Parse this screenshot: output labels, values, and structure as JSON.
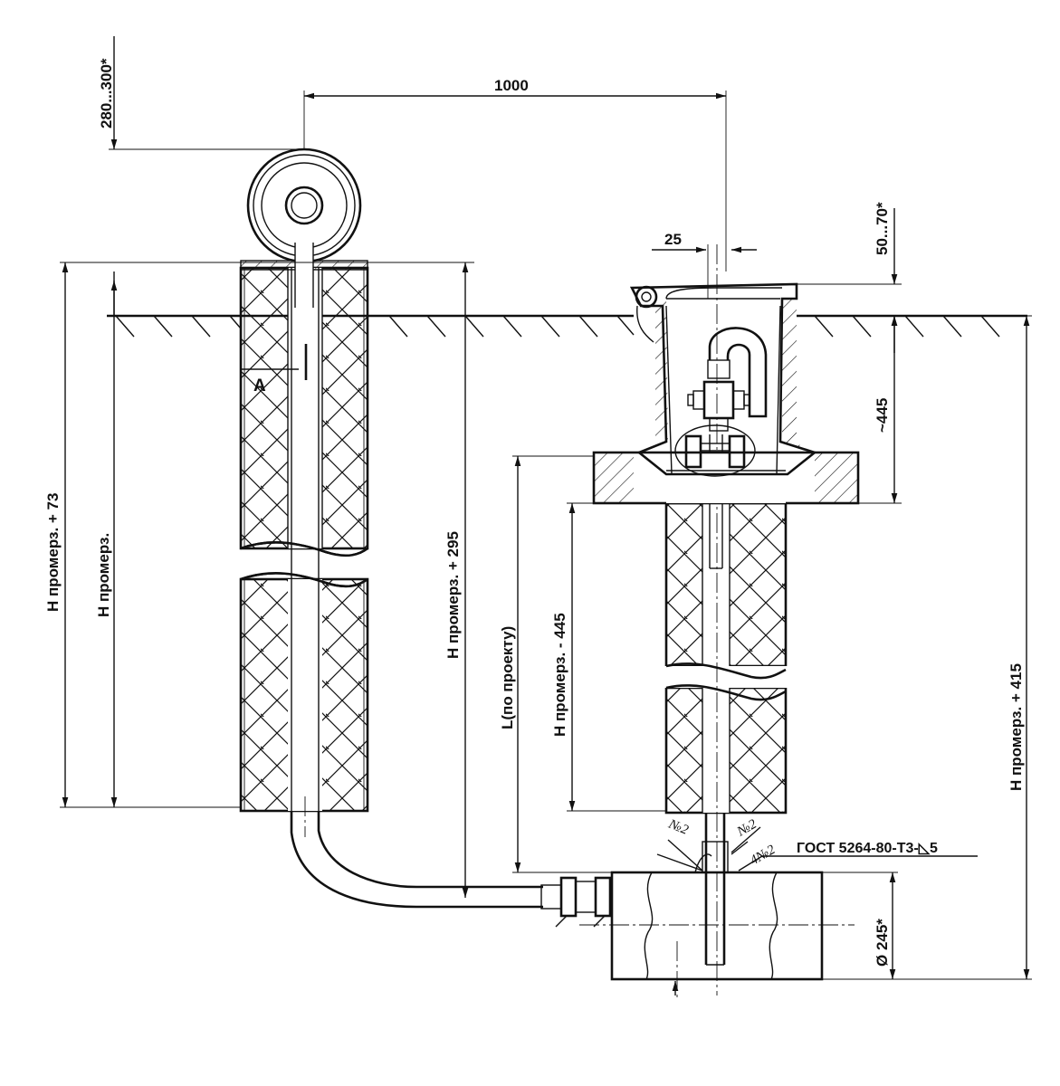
{
  "dimensions": {
    "top_offset": "280...300*",
    "horizontal_spacing": "1000",
    "offset_25": "25",
    "cover_height": "50...70*",
    "head_depth": "~445",
    "diameter": "Ø 245*"
  },
  "vertical_labels": {
    "left_outer": "H промерз. + 73",
    "left_inner": "H промерз.",
    "middle": "H промерз. + 295",
    "design_length": "L(по проекту)",
    "right_inner": "H промерз. - 445",
    "right_outer": "H промерз. + 415"
  },
  "callouts": {
    "section_mark": "A",
    "weld_left": "№2",
    "weld_right": "№2",
    "weld_bottom": "4№2",
    "standard": "ГОСТ 5264-80-Т3-◺5"
  }
}
